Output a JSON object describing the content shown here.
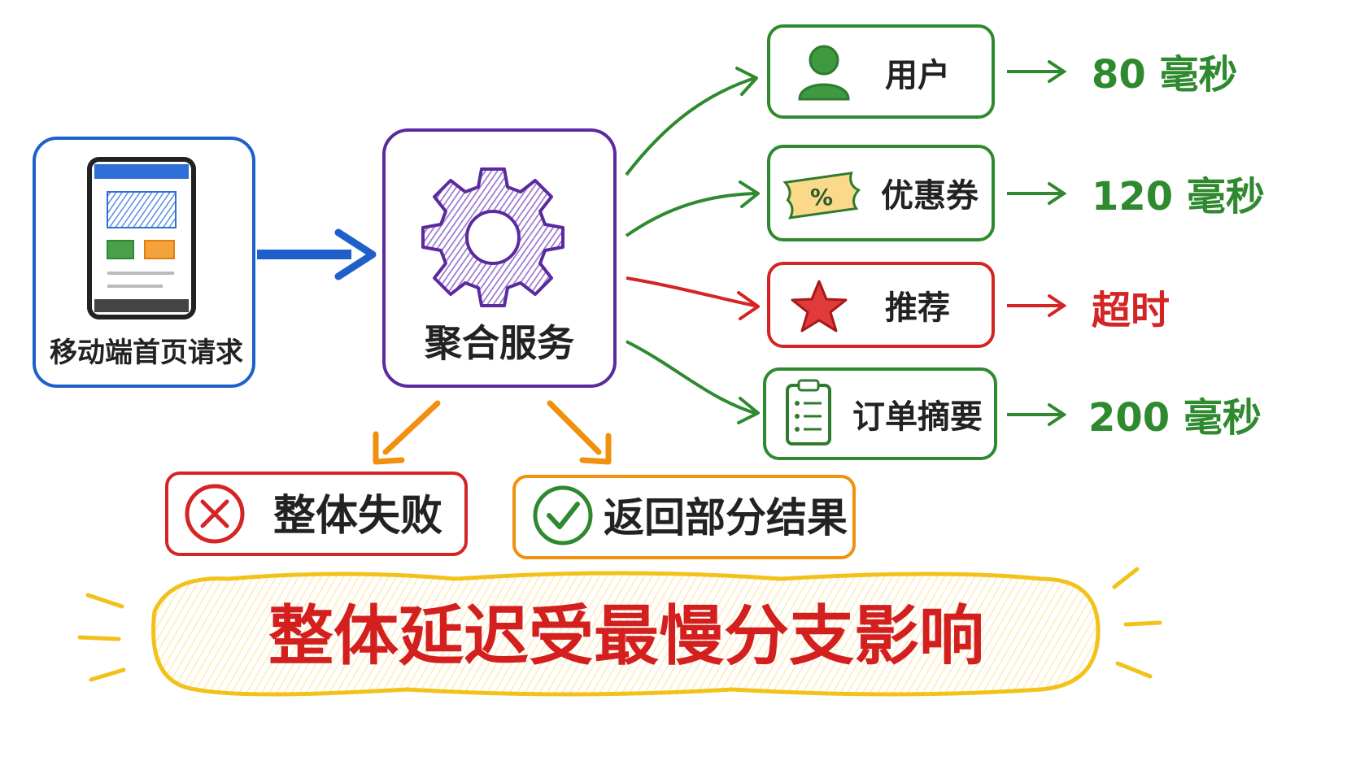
{
  "client": {
    "label": "移动端首页请求",
    "color": "#1f5fc9"
  },
  "aggregator": {
    "label": "聚合服务",
    "color": "#5b2a9e"
  },
  "services": [
    {
      "label": "用户",
      "result": "80 毫秒",
      "status": "ok",
      "icon": "user-icon",
      "color": "#2f8a2f"
    },
    {
      "label": "优惠券",
      "result": "120 毫秒",
      "status": "ok",
      "icon": "coupon-icon",
      "color": "#2f8a2f"
    },
    {
      "label": "推荐",
      "result": "超时",
      "status": "timeout",
      "icon": "star-icon",
      "color": "#d42424"
    },
    {
      "label": "订单摘要",
      "result": "200 毫秒",
      "status": "ok",
      "icon": "clipboard-icon",
      "color": "#2f8a2f"
    }
  ],
  "outcomes": [
    {
      "label": "整体失败",
      "icon": "x-circle-icon",
      "color": "#d42424"
    },
    {
      "label": "返回部分结果",
      "icon": "check-circle-icon",
      "color": "#2f8a2f",
      "border": "#f0900e"
    }
  ],
  "banner": {
    "text": "整体延迟受最慢分支影响",
    "text_color": "#d41f1f",
    "border_color": "#f2c21a",
    "fill": "#fff7e0"
  },
  "colors": {
    "arrow_orange": "#f0900e",
    "arrow_blue": "#1f5fc9",
    "green": "#2f8a2f",
    "red": "#d42424"
  }
}
